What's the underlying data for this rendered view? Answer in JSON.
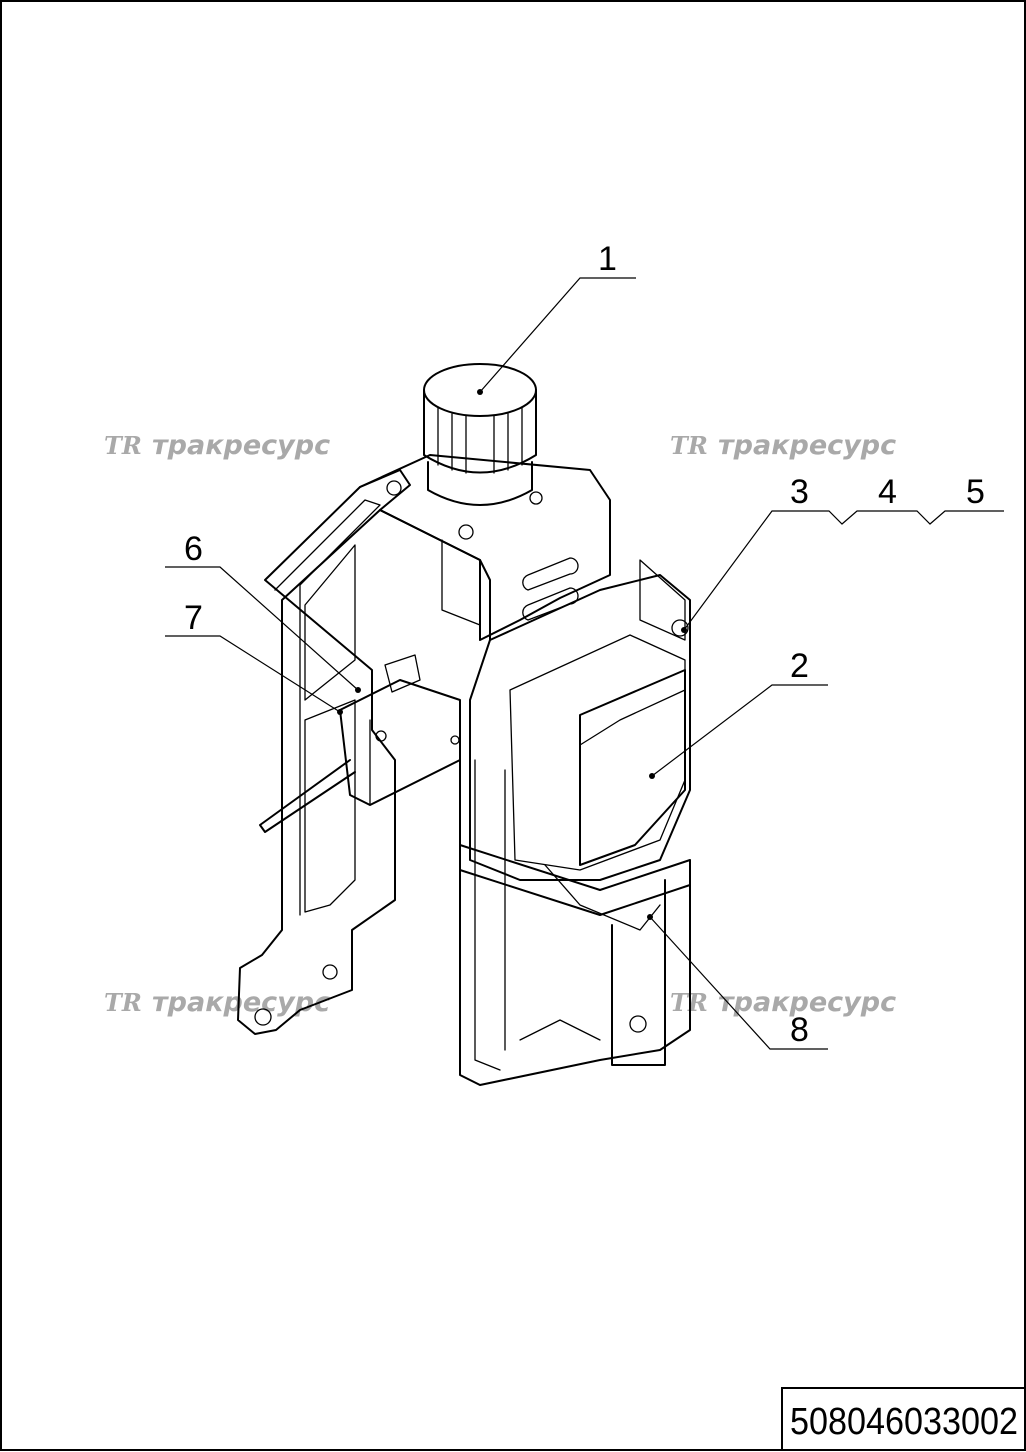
{
  "drawing": {
    "part_number": "508046033002",
    "callouts": [
      {
        "id": "c1",
        "label": "1"
      },
      {
        "id": "c2",
        "label": "2"
      },
      {
        "id": "c3",
        "label": "3"
      },
      {
        "id": "c4",
        "label": "4"
      },
      {
        "id": "c5",
        "label": "5"
      },
      {
        "id": "c6",
        "label": "6"
      },
      {
        "id": "c7",
        "label": "7"
      },
      {
        "id": "c8",
        "label": "8"
      }
    ]
  },
  "watermark": {
    "logo": "TR",
    "text": "тракресурс",
    "color": "#a9a9a9"
  }
}
